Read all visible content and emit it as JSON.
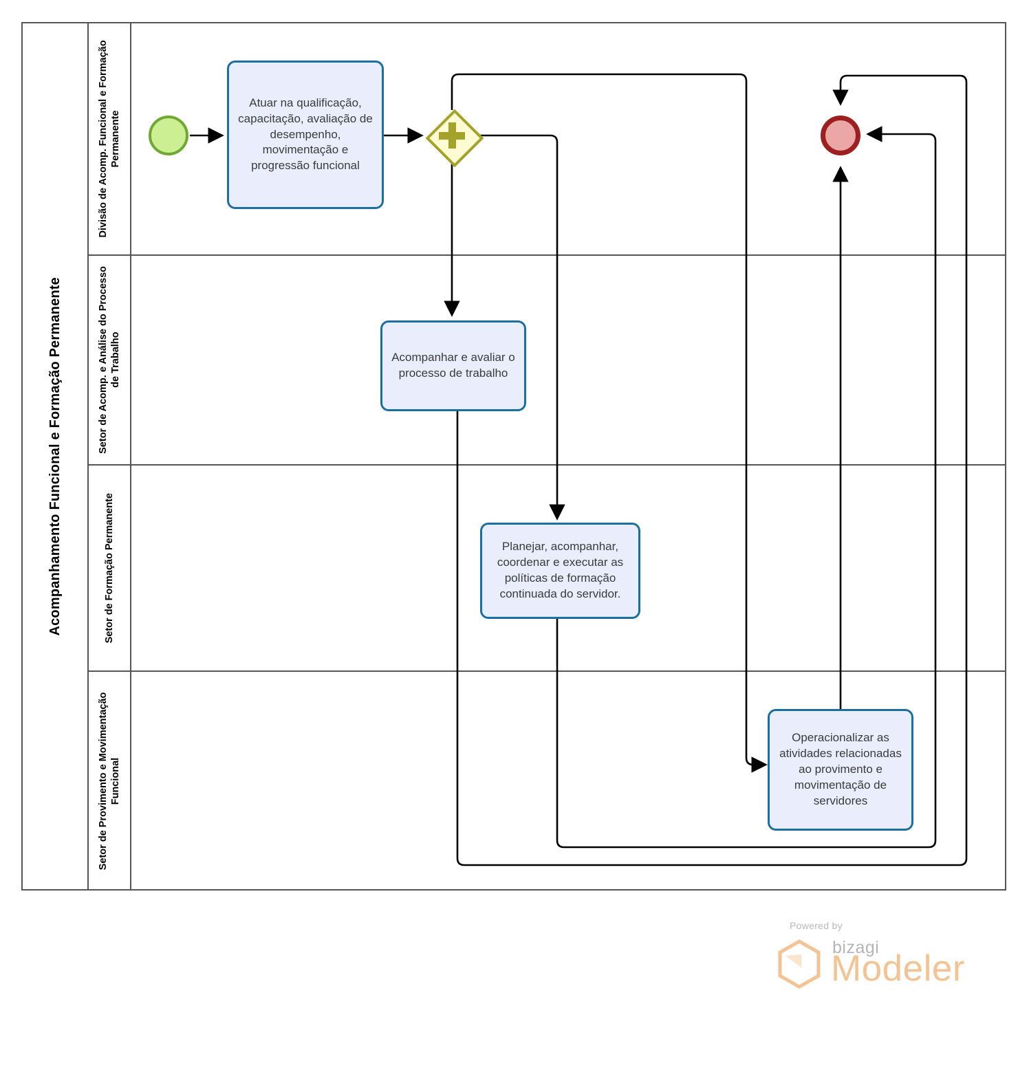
{
  "diagram": {
    "type": "bpmn-process",
    "pool": {
      "name": "pool",
      "title": "Acompanhamento Funcional e Formação Permanente"
    },
    "lanes": [
      {
        "id": "lane-divisao",
        "title": "Divisão de Acomp. Funcional e Formação Permanente"
      },
      {
        "id": "lane-analise",
        "title": "Setor de Acomp. e Análise do Processo de Trabalho"
      },
      {
        "id": "lane-formacao",
        "title": "Setor de Formação Permanente"
      },
      {
        "id": "lane-provimento",
        "title": "Setor de Provimento e Movimentação Funcional"
      }
    ],
    "events": [
      {
        "id": "start-event",
        "kind": "start",
        "lane": "lane-divisao",
        "label": "",
        "fill": "#ccef94",
        "stroke": "#6fa832"
      },
      {
        "id": "end-event",
        "kind": "end",
        "lane": "lane-divisao",
        "label": "",
        "fill": "#eba6a6",
        "stroke": "#9e1f1f"
      }
    ],
    "gateways": [
      {
        "id": "parallel-gateway",
        "kind": "parallel",
        "lane": "lane-divisao",
        "label": "",
        "fill": "#fcfbd2",
        "stroke": "#a3a22a"
      }
    ],
    "tasks": [
      {
        "id": "task-atuar",
        "lane": "lane-divisao",
        "label": "Atuar na qualificação, capacitação, avaliação de desempenho, movimentação e progressão funcional"
      },
      {
        "id": "task-acompanhar-avaliar",
        "lane": "lane-analise",
        "label": "Acompanhar e avaliar o processo de trabalho"
      },
      {
        "id": "task-planejar",
        "lane": "lane-formacao",
        "label": "Planejar, acompanhar, coordenar e executar as políticas de formação continuada do servidor."
      },
      {
        "id": "task-operacionalizar",
        "lane": "lane-provimento",
        "label": "Operacionalizar as atividades relacionadas ao provimento e movimentação de servidores"
      }
    ],
    "flows": [
      {
        "from": "start-event",
        "to": "task-atuar"
      },
      {
        "from": "task-atuar",
        "to": "parallel-gateway"
      },
      {
        "from": "parallel-gateway",
        "to": "task-acompanhar-avaliar"
      },
      {
        "from": "parallel-gateway",
        "to": "task-planejar"
      },
      {
        "from": "parallel-gateway",
        "to": "task-operacionalizar"
      },
      {
        "from": "task-acompanhar-avaliar",
        "to": "end-event"
      },
      {
        "from": "task-planejar",
        "to": "end-event"
      },
      {
        "from": "task-operacionalizar",
        "to": "end-event"
      }
    ],
    "style": {
      "task_fill": "#eaeefc",
      "task_stroke": "#1b6ea2",
      "lane_stroke": "#555555",
      "connector_stroke": "#000000"
    }
  },
  "branding": {
    "powered_by": "Powered by",
    "product_prefix": "bizagi",
    "product_name": "Modeler",
    "accent": "#f3c393"
  }
}
